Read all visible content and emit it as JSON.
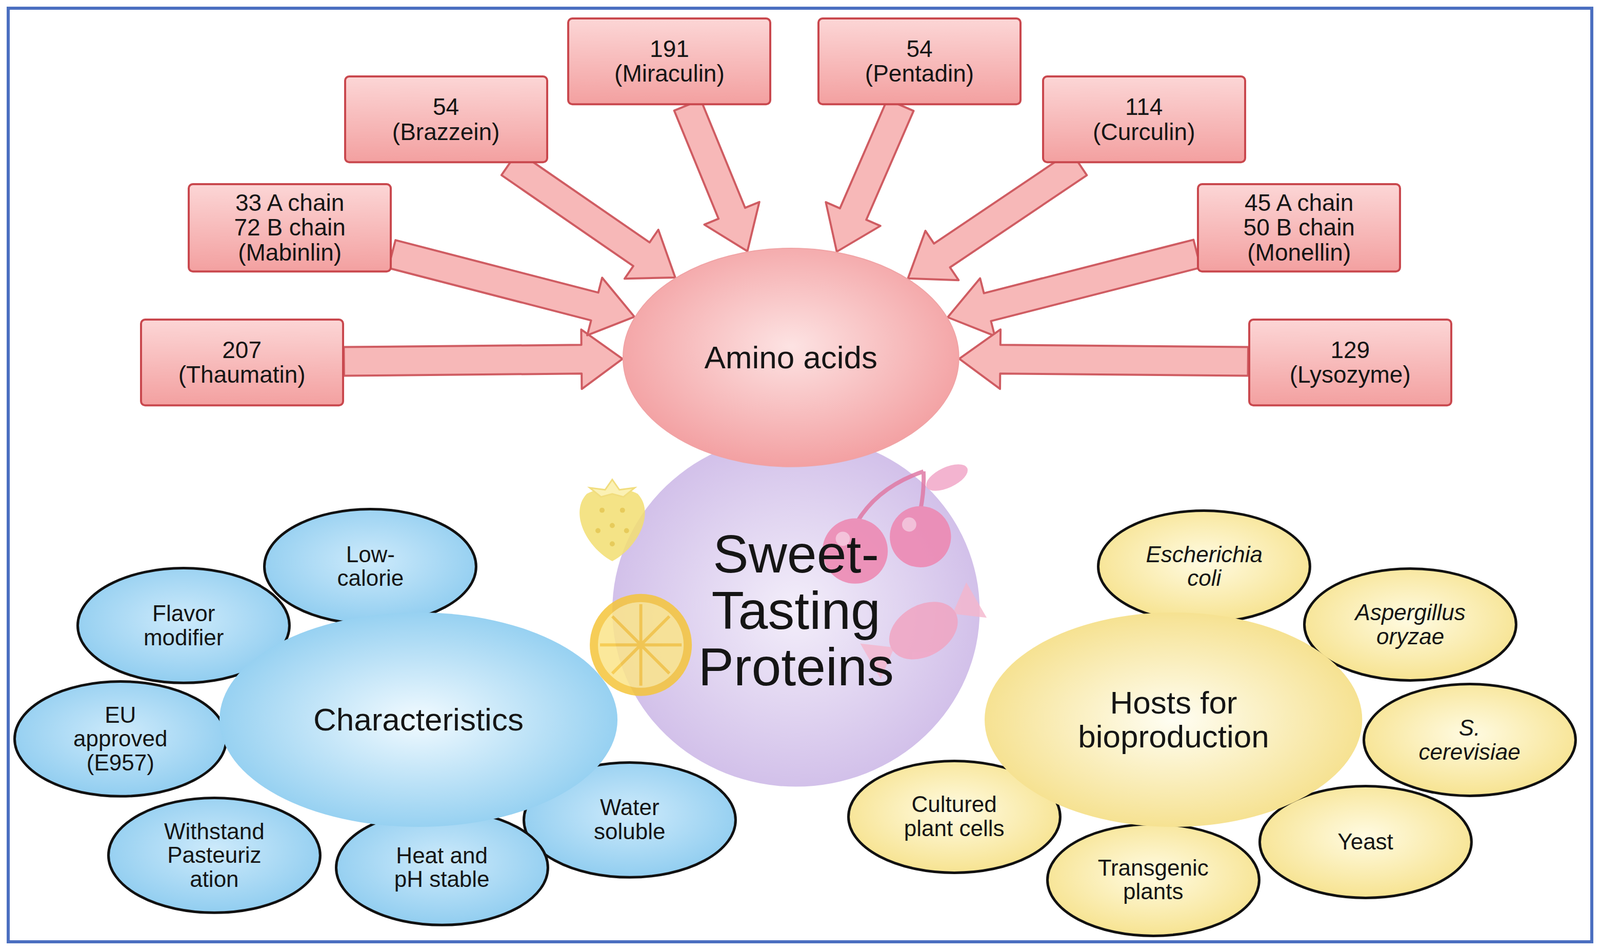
{
  "diagram": {
    "nodes": [
      {
        "text": [
          "207",
          "(Thaumatin)"
        ]
      },
      {
        "text": [
          "33 A chain",
          "72 B chain",
          "(Mabinlin)"
        ]
      },
      {
        "text": [
          "54",
          "(Brazzein)"
        ]
      },
      {
        "text": [
          "191",
          "(Miraculin)"
        ]
      },
      {
        "text": [
          "54",
          "(Pentadin)"
        ]
      },
      {
        "text": [
          "114",
          "(Curculin)"
        ]
      },
      {
        "text": [
          "45 A chain",
          "50 B chain",
          "(Monellin)"
        ]
      },
      {
        "text": [
          "129",
          "(Lysozyme)"
        ]
      },
      {
        "text": [
          "Amino acids"
        ]
      },
      {
        "text": [
          "Sweet- Tasting Proteins"
        ]
      },
      {
        "text": [
          "Characteristics"
        ]
      },
      {
        "text": [
          "Low- calorie"
        ]
      },
      {
        "text": [
          "Water soluble"
        ]
      },
      {
        "text": [
          "Heat and pH stable"
        ]
      },
      {
        "text": [
          "Withstand Pasteuriz ation"
        ]
      },
      {
        "text": [
          "EU approved (E957)"
        ]
      },
      {
        "text": [
          "Flavor modifier"
        ]
      },
      {
        "text": [
          "Hosts for bioproduction"
        ]
      },
      {
        "text": [
          "Escherichia coli"
        ]
      },
      {
        "text": [
          "Aspergillus oryzae"
        ]
      },
      {
        "text": [
          "S. cerevisiae"
        ]
      },
      {
        "text": [
          "Yeast"
        ]
      },
      {
        "text": [
          "Transgenic plants"
        ]
      },
      {
        "text": [
          "Cultured plant cells"
        ]
      }
    ],
    "edges": [
      {
        "from": 0,
        "to": 8,
        "arrow": "to"
      },
      {
        "from": 1,
        "to": 8,
        "arrow": "to"
      },
      {
        "from": 2,
        "to": 8,
        "arrow": "to"
      },
      {
        "from": 3,
        "to": 8,
        "arrow": "to"
      },
      {
        "from": 4,
        "to": 8,
        "arrow": "to"
      },
      {
        "from": 5,
        "to": 8,
        "arrow": "to"
      },
      {
        "from": 6,
        "to": 8,
        "arrow": "to"
      },
      {
        "from": 7,
        "to": 8,
        "arrow": "to"
      }
    ]
  }
}
